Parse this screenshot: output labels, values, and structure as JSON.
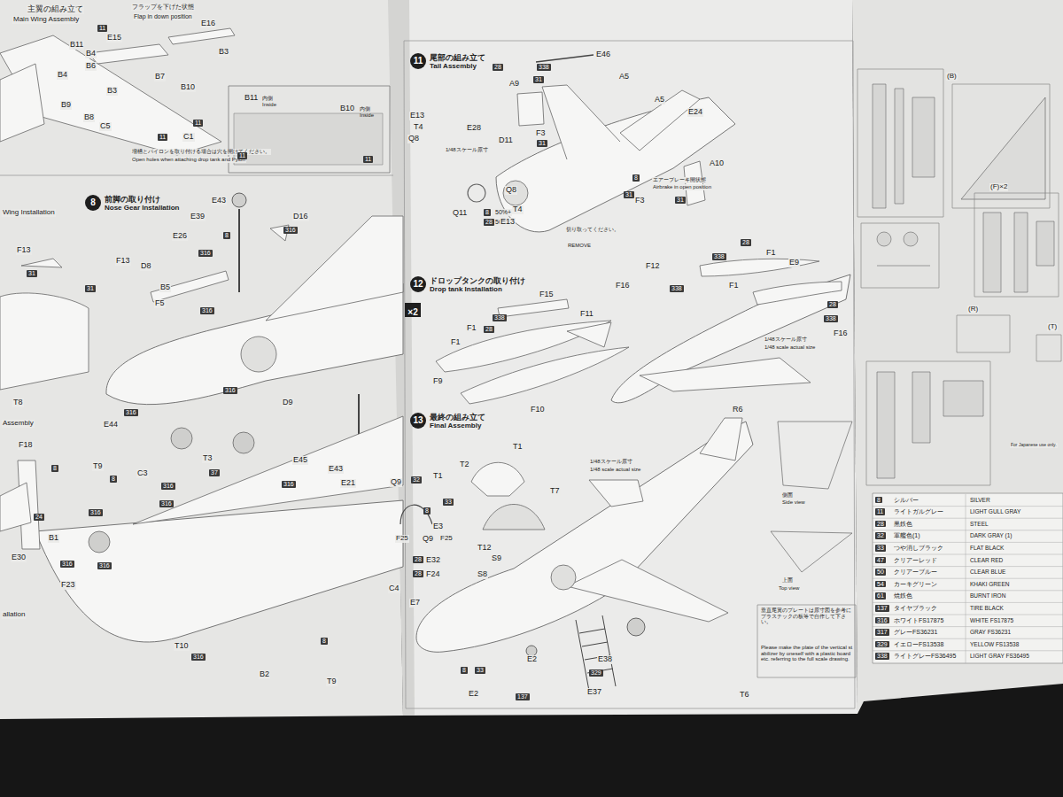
{
  "diagram": {
    "nodes": [
      {
        "text": [
          "8",
          "前脚の取り付け",
          "Nose Gear Installation"
        ]
      },
      {
        "text": [
          "B11",
          "内側",
          "Inside",
          "B10",
          "内側",
          "Inside"
        ]
      },
      {
        "text": [
          "11",
          "尾部の組み立て",
          "Tail Assembly"
        ]
      },
      {
        "text": [
          "12",
          "ドロップタンクの取り付け",
          "Drop tank Installation"
        ]
      },
      {
        "text": [
          "×2"
        ]
      },
      {
        "text": [
          "13",
          "最終の組み立て",
          "Final Assembly"
        ]
      }
    ],
    "labels": [
      "主翼の組み立て",
      "Main Wing Assembly",
      "B11",
      "B4",
      "B9",
      "B8",
      "B3",
      "C5",
      "B10",
      "11",
      "C1",
      "11",
      "フラップを下げた状態",
      "Flap in down position",
      "11",
      "E15",
      "E16",
      "B4",
      "B6",
      "B7",
      "B3",
      "増槽とパイロンを取り付ける場合は穴を開けてください。",
      "Open holes when attaching drop tank and Pylon",
      "11",
      "11",
      "Wing Installation",
      "E43",
      "E39",
      "8",
      "E26",
      "316",
      "D16",
      "316",
      "D8",
      "B5",
      "F5",
      "316",
      "316",
      "D9",
      "E43",
      "F13",
      "31",
      "F13",
      "31",
      "T8",
      "Assembly",
      "F18",
      "8",
      "24",
      "E30",
      "B1",
      "316",
      "F23",
      "316",
      "E44",
      "316",
      "T9",
      "8",
      "C3",
      "316",
      "T3",
      "37",
      "316",
      "E45",
      "316",
      "E21",
      "C4",
      "8",
      "T10",
      "316",
      "B2",
      "T9",
      "allation",
      "316",
      "E46",
      "A5",
      "A5",
      "E24",
      "28",
      "338",
      "A9",
      "31",
      "E13",
      "T4",
      "Q8",
      "E28",
      "D11",
      "F3",
      "31",
      "1/48スケール原寸",
      "Q11",
      "8",
      "50%+",
      "28",
      "50%",
      "Q8",
      "T4",
      "E13",
      "切り取ってください。",
      "REMOVE",
      "A10",
      "8",
      "31",
      "F3",
      "31",
      "エアーブレーキ開状態",
      "Airbrake in open position",
      "F15",
      "338",
      "28",
      "F1",
      "F1",
      "F11",
      "F9",
      "F10",
      "F12",
      "338",
      "F16",
      "28",
      "338",
      "F1",
      "E9",
      "F1",
      "28",
      "338",
      "F16",
      "1/48スケール原寸",
      "1/48 scale actual size",
      "T1",
      "T2",
      "T7",
      "R6",
      "Q9",
      "32",
      "T1",
      "8",
      "33",
      "E3",
      "F25",
      "Q9",
      "F25",
      "28",
      "E32",
      "T12",
      "S9",
      "S8",
      "28",
      "F24",
      "E7",
      "8",
      "33",
      "E2",
      "E2",
      "E38",
      "329",
      "E37",
      "137",
      "T6",
      "1/48スケール原寸",
      "1/48 scale actual size",
      "側面",
      "Side view",
      "上面",
      "Top view",
      "垂直尾翼のプレートは原寸図を参考にプラスチックの板等で自作して下さい。",
      "Please make the plate of the vertical stabilizer by oneself with a plastic board etc. referring to the full scale drawing.",
      "(B)",
      "(F)×2",
      "(R)",
      "(T)",
      "For Japanese use only.",
      "8",
      "シルバー",
      "SILVER",
      "11",
      "ライトガルグレー",
      "LIGHT GULL GRAY",
      "28",
      "黒鉄色",
      "STEEL",
      "32",
      "軍艦色(1)",
      "DARK GRAY (1)",
      "33",
      "つや消しブラック",
      "FLAT BLACK",
      "47",
      "クリアーレッド",
      "CLEAR RED",
      "50",
      "クリアーブルー",
      "CLEAR BLUE",
      "54",
      "カーキグリーン",
      "KHAKI GREEN",
      "61",
      "焼鉄色",
      "BURNT IRON",
      "137",
      "タイヤブラック",
      "TIRE BLACK",
      "316",
      "ホワイトFS17875",
      "WHITE FS17875",
      "317",
      "グレーFS36231",
      "GRAY FS36231",
      "329",
      "イエローFS13538",
      "YELLOW FS13538",
      "338",
      "ライトグレーFS36495",
      "LIGHT GRAY FS36495"
    ]
  }
}
